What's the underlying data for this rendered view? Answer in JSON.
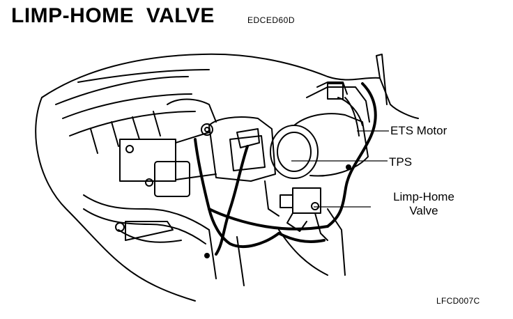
{
  "header": {
    "title": "LIMP-HOME  VALVE",
    "code": "EDCED60D"
  },
  "labels": {
    "ets_motor": "ETS Motor",
    "tps": "TPS",
    "limp_home_line1": "Limp-Home",
    "limp_home_line2": "Valve"
  },
  "footer": {
    "figure_code": "LFCD007C"
  }
}
